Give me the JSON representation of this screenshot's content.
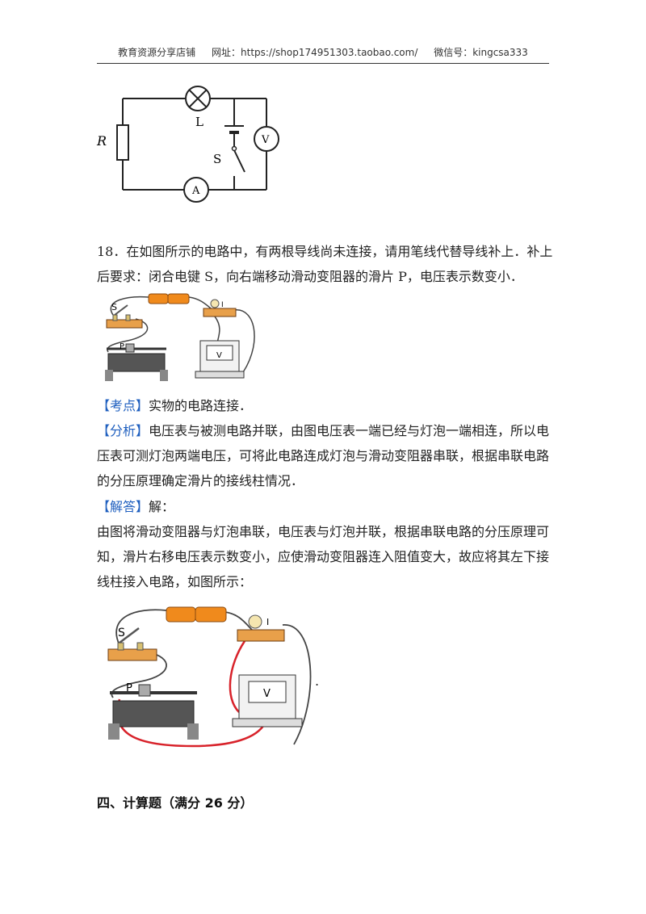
{
  "header": {
    "shop": "教育资源分享店铺",
    "site": "网址：https://shop174951303.taobao.com/",
    "wechat": "微信号：kingcsa333"
  },
  "circuit": {
    "label_R": "R",
    "label_L": "L",
    "label_S": "S",
    "label_V": "V",
    "label_A": "A"
  },
  "q18": {
    "text": "18．在如图所示的电路中，有两根导线尚未连接，请用笔线代替导线补上．补上后要求：闭合电键 S，向右端移动滑动变阻器的滑片 P，电压表示数变小．"
  },
  "photo_labels": {
    "S": "S",
    "P": "P",
    "V": "V",
    "lamp": "I"
  },
  "answer": {
    "kaodian_tag": "【考点】",
    "kaodian_text": "实物的电路连接．",
    "fenxi_tag": "【分析】",
    "fenxi_text": "电压表与被测电路并联，由图电压表一端已经与灯泡一端相连，所以电压表可测灯泡两端电压，可将此电路连成灯泡与滑动变阻器串联，根据串联电路的分压原理确定滑片的接线柱情况．",
    "jieda_tag": "【解答】",
    "jieda_text": "解：",
    "solution": "由图将滑动变阻器与灯泡串联，电压表与灯泡并联，根据串联电路的分压原理可知，滑片右移电压表示数变小，应使滑动变阻器连入阻值变大，故应将其左下接线柱接入电路，如图所示：",
    "end_dot": "."
  },
  "section4": {
    "title": "四、计算题（满分 26 分）"
  },
  "colors": {
    "tag": "#1f5fbf",
    "battery": "#f08a1c",
    "wire_red": "#d8222a",
    "base_wood": "#e8a04a"
  }
}
